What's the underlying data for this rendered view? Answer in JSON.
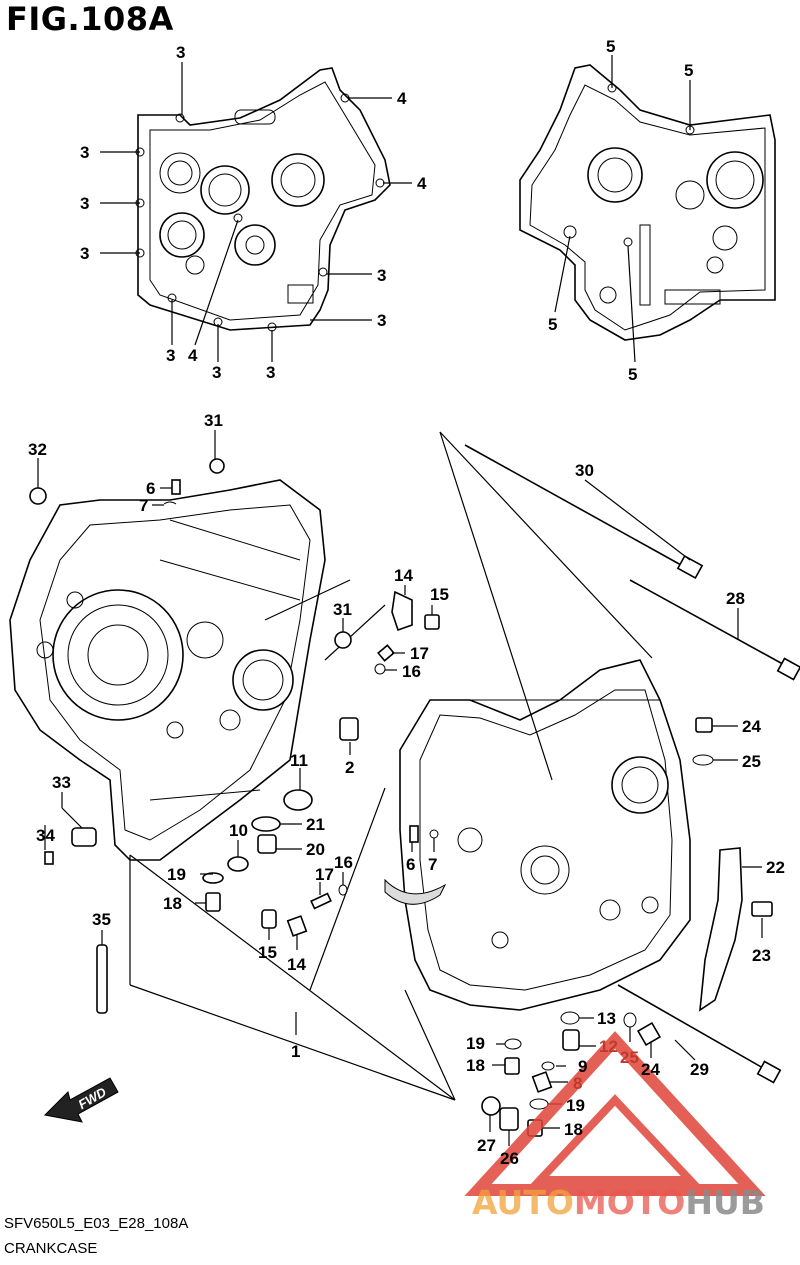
{
  "figure": {
    "title": "FIG.108A",
    "model_code": "SFV650L5_E03_E28_108A",
    "caption": "CRANKCASE"
  },
  "watermark": {
    "text_auto": "AUTO",
    "text_moto": "MOTO",
    "text_hub": "HUB",
    "colors": {
      "auto": "#f2a23a",
      "moto": "#e8574d",
      "hub": "#8a8a8a",
      "logo": "#e0453a"
    }
  },
  "callouts": [
    {
      "id": "c3a",
      "label": "3"
    },
    {
      "id": "c4a",
      "label": "4"
    },
    {
      "id": "c3b",
      "label": "3"
    },
    {
      "id": "c3c",
      "label": "3"
    },
    {
      "id": "c4b",
      "label": "4"
    },
    {
      "id": "c3d",
      "label": "3"
    },
    {
      "id": "c3e",
      "label": "3"
    },
    {
      "id": "c3f",
      "label": "3"
    },
    {
      "id": "c3g",
      "label": "3"
    },
    {
      "id": "c4c",
      "label": "4"
    },
    {
      "id": "c3h",
      "label": "3"
    },
    {
      "id": "c3i",
      "label": "3"
    },
    {
      "id": "c5a",
      "label": "5"
    },
    {
      "id": "c5b",
      "label": "5"
    },
    {
      "id": "c5c",
      "label": "5"
    },
    {
      "id": "c5d",
      "label": "5"
    },
    {
      "id": "c31a",
      "label": "31"
    },
    {
      "id": "c32",
      "label": "32"
    },
    {
      "id": "c6a",
      "label": "6"
    },
    {
      "id": "c7a",
      "label": "7"
    },
    {
      "id": "c30",
      "label": "30"
    },
    {
      "id": "c14a",
      "label": "14"
    },
    {
      "id": "c15a",
      "label": "15"
    },
    {
      "id": "c31b",
      "label": "31"
    },
    {
      "id": "c17a",
      "label": "17"
    },
    {
      "id": "c16a",
      "label": "16"
    },
    {
      "id": "c28",
      "label": "28"
    },
    {
      "id": "c24a",
      "label": "24"
    },
    {
      "id": "c25a",
      "label": "25"
    },
    {
      "id": "c2",
      "label": "2"
    },
    {
      "id": "c11",
      "label": "11"
    },
    {
      "id": "c33",
      "label": "33"
    },
    {
      "id": "c34",
      "label": "34"
    },
    {
      "id": "c10",
      "label": "10"
    },
    {
      "id": "c21",
      "label": "21"
    },
    {
      "id": "c20",
      "label": "20"
    },
    {
      "id": "c6b",
      "label": "6"
    },
    {
      "id": "c7b",
      "label": "7"
    },
    {
      "id": "c16b",
      "label": "16"
    },
    {
      "id": "c17b",
      "label": "17"
    },
    {
      "id": "c22",
      "label": "22"
    },
    {
      "id": "c19a",
      "label": "19"
    },
    {
      "id": "c18a",
      "label": "18"
    },
    {
      "id": "c23",
      "label": "23"
    },
    {
      "id": "c35",
      "label": "35"
    },
    {
      "id": "c15b",
      "label": "15"
    },
    {
      "id": "c14b",
      "label": "14"
    },
    {
      "id": "c1",
      "label": "1"
    },
    {
      "id": "c13",
      "label": "13"
    },
    {
      "id": "c19b",
      "label": "19"
    },
    {
      "id": "c12",
      "label": "12"
    },
    {
      "id": "c25b",
      "label": "25"
    },
    {
      "id": "c18b",
      "label": "18"
    },
    {
      "id": "c9",
      "label": "9"
    },
    {
      "id": "c24b",
      "label": "24"
    },
    {
      "id": "c29",
      "label": "29"
    },
    {
      "id": "c8",
      "label": "8"
    },
    {
      "id": "c19c",
      "label": "19"
    },
    {
      "id": "c27",
      "label": "27"
    },
    {
      "id": "c18c",
      "label": "18"
    },
    {
      "id": "c26",
      "label": "26"
    }
  ],
  "fwd_arrow": {
    "label": "FWD"
  }
}
